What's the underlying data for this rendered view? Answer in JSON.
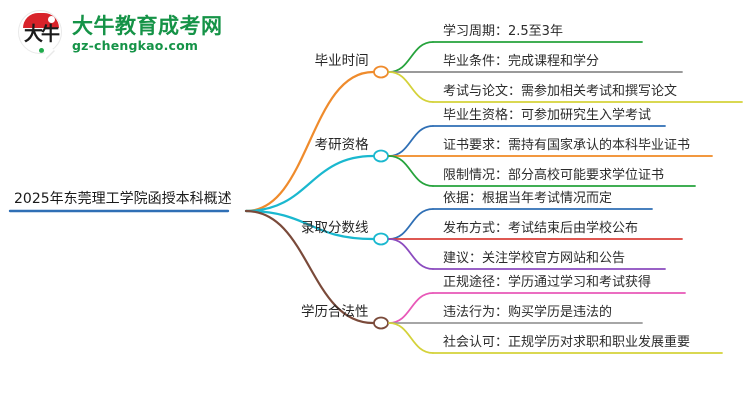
{
  "logo": {
    "name": "dani-chengkao-logo",
    "glyph": "大牛",
    "brand": "大牛教育成考网",
    "domain": "gz-chengkao.com",
    "brand_color": "#159347",
    "cap_color": "#d8232a"
  },
  "mindmap": {
    "root": {
      "label": "2025年东莞理工学院函授本科概述",
      "underline_color": "#2f6fb5",
      "node_color": "#2f6fb5"
    },
    "branches": [
      {
        "label": "毕业时间",
        "color": "#ef8b2c",
        "node_color": "#ef8b2c",
        "children": [
          {
            "label": "学习周期：2.5至3年",
            "color": "#26a33c"
          },
          {
            "label": "毕业条件：完成课程和学分",
            "color": "#8c8c8c"
          },
          {
            "label": "考试与论文：需参加相关考试和撰写论文",
            "color": "#d4d23a"
          }
        ]
      },
      {
        "label": "考研资格",
        "color": "#1ab8cf",
        "node_color": "#1ab8cf",
        "children": [
          {
            "label": "毕业生资格：可参加研究生入学考试",
            "color": "#2f6fb5"
          },
          {
            "label": "证书要求：需持有国家承认的本科毕业证书",
            "color": "#f08a24"
          },
          {
            "label": "限制情况：部分高校可能要求学位证书",
            "color": "#26a33c"
          }
        ]
      },
      {
        "label": "录取分数线",
        "color": "#1ab8cf",
        "node_color": "#1ab8cf",
        "children": [
          {
            "label": "依据：根据当年考试情况而定",
            "color": "#2f6fb5"
          },
          {
            "label": "发布方式：考试结束后由学校公布",
            "color": "#d9403a"
          },
          {
            "label": "建议：关注学校官方网站和公告",
            "color": "#8b4bbf"
          }
        ]
      },
      {
        "label": "学历合法性",
        "color": "#7a4a3a",
        "node_color": "#7a4a3a",
        "children": [
          {
            "label": "正规途径：学历通过学习和考试获得",
            "color": "#e858b8"
          },
          {
            "label": "违法行为：购买学历是违法的",
            "color": "#9a9a9a"
          },
          {
            "label": "社会认可：正规学历对求职和职业发展重要",
            "color": "#d4d23a"
          }
        ]
      }
    ]
  }
}
